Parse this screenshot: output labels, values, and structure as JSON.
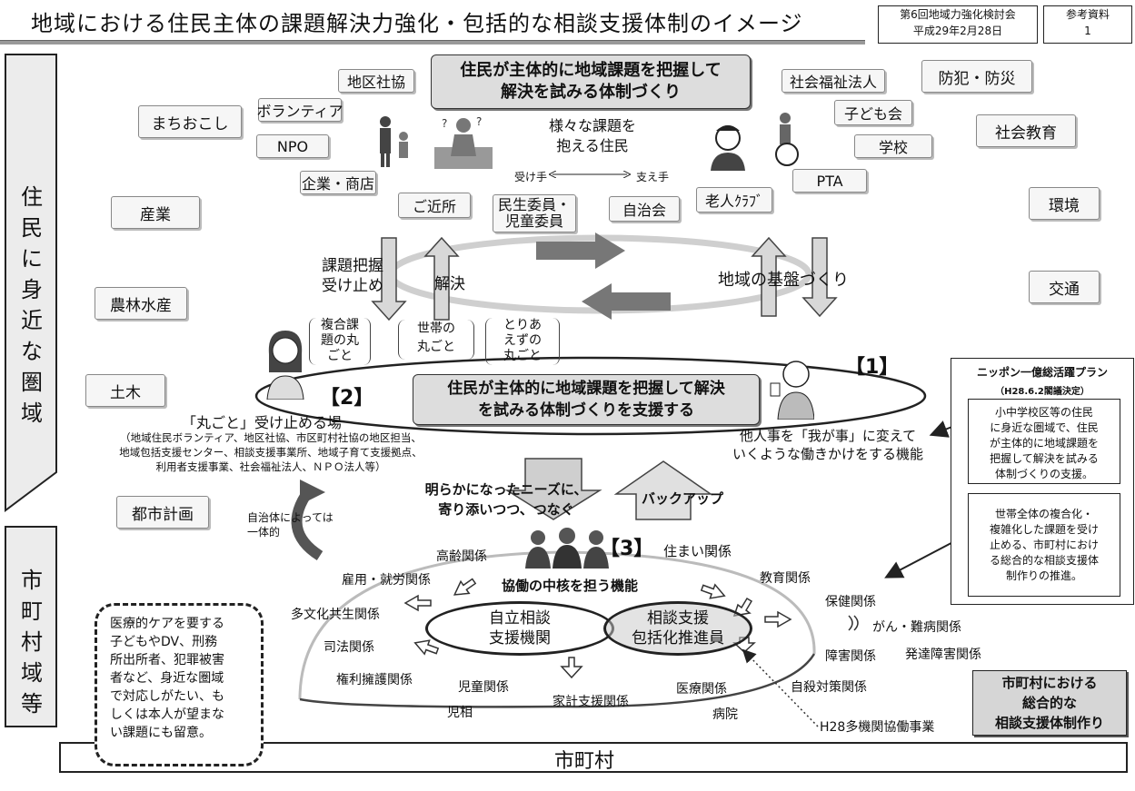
{
  "header": {
    "title": "地域における住民主体の課題解決力強化・包括的な相談支援体制のイメージ",
    "meeting_line1": "第6回地域力強化検討会",
    "meeting_line2": "平成29年2月28日",
    "ref_line1": "参考資料",
    "ref_line2": "1"
  },
  "left_band": {
    "upper": [
      "住",
      "民",
      "に",
      "身",
      "近",
      "な",
      "圏",
      "域"
    ],
    "lower": [
      "市",
      "町",
      "村",
      "域",
      "等"
    ]
  },
  "top": {
    "headline": [
      "住民が主体的に地域課題を把握して",
      "解決を試みる体制づくり"
    ],
    "center_text": [
      "様々な課題を",
      "抱える住民"
    ],
    "receiver": "受け手",
    "supporter": "支え手"
  },
  "outer_pills": {
    "machiokoshi": "まちおこし",
    "sangyo": "産業",
    "norin": "農林水産",
    "doboku": "土木",
    "toshi": "都市計画",
    "bohan": "防犯・防災",
    "shakai_kyoiku": "社会教育",
    "kankyo": "環境",
    "kotsu": "交通"
  },
  "inner_pills": {
    "chiku": "地区社協",
    "volunteer": "ボランティア",
    "npo": "NPO",
    "kigyo": "企業・商店",
    "kinjo": "ご近所",
    "minsei": [
      "民生委員・",
      "児童委員"
    ],
    "jichikai": "自治会",
    "rojin": "老人ｸﾗﾌﾞ",
    "pta": "PTA",
    "gakko": "学校",
    "kodomokai": "子ども会",
    "fukushi": "社会福祉法人"
  },
  "cycle": {
    "left_label": [
      "課題把握",
      "受け止め"
    ],
    "solve": "解決",
    "right_label": "地域の基盤づくり"
  },
  "brackets": [
    [
      "複合課",
      "題の丸",
      "ごと"
    ],
    [
      "世帯の",
      "丸ごと"
    ],
    [
      "とりあ",
      "えずの",
      "丸ごと"
    ]
  ],
  "middle": {
    "num1": "【1】",
    "num2": "【2】",
    "num3": "【3】",
    "headline2": [
      "住民が主体的に地域課題を把握して解決",
      "を試みる体制づくりを支援する"
    ],
    "marugoto": "「丸ごと」受け止める場",
    "marugoto_note": [
      "（地域住民ボランティア、地区社協、市区町村社協の地区担当、",
      "地域包括支援センター、相談支援事業所、地域子育て支援拠点、",
      "利用者支援事業、社会福祉法人、ＮＰＯ法人等）"
    ],
    "tanin": [
      "他人事を「我が事」に変えて",
      "いくような働きかけをする機能"
    ],
    "needs": [
      "明らかになったニーズに、",
      "寄り添いつつ、つなぐ"
    ],
    "backup": "バックアップ",
    "jichitai": [
      "自治体によっては",
      "一体的"
    ]
  },
  "plan": {
    "title": "ニッポン一億総活躍プラン",
    "date": "（H28.6.2閣議決定）",
    "box1": [
      "小中学校区等の住民",
      "に身近な圏域で、住民",
      "が主体的に地域課題を",
      "把握して解決を試みる",
      "体制づくりの支援。"
    ],
    "box2": [
      "世帯全体の複合化・",
      "複雑化した課題を受け",
      "止める、市町村におけ",
      "る総合的な相談支援体",
      "制作りの推進。"
    ]
  },
  "bottom": {
    "core": "協働の中核を担う機能",
    "jiritsu": [
      "自立相談",
      "支援機関"
    ],
    "soudan": [
      "相談支援",
      "包括化推進員"
    ],
    "items": {
      "korei": "高齢関係",
      "sumai": "住まい関係",
      "koyo": "雇用・就労関係",
      "kyoiku": "教育関係",
      "tabunka": "多文化共生関係",
      "hoken": "保健関係",
      "gan": "がん・難病関係",
      "shiho": "司法関係",
      "shogai": "障害関係",
      "hattatsu": "発達障害関係",
      "kenri": "権利擁護関係",
      "jido": "児童関係",
      "kakei": "家計支援関係",
      "iryo": "医療関係",
      "jisatsu": "自殺対策関係",
      "jiso": "児相",
      "byoin": "病院",
      "h28": "H28多機関協働事業"
    },
    "dashed_note": [
      "医療的ケアを要する",
      "子どもやDV、刑務",
      "所出所者、犯罪被害",
      "者など、身近な圏域",
      "で対応しがたい、も",
      "しくは本人が望まな",
      "い課題にも留意。"
    ],
    "sogo": [
      "市町村における",
      "総合的な",
      "相談支援体制作り"
    ],
    "shichoson": "市町村"
  }
}
